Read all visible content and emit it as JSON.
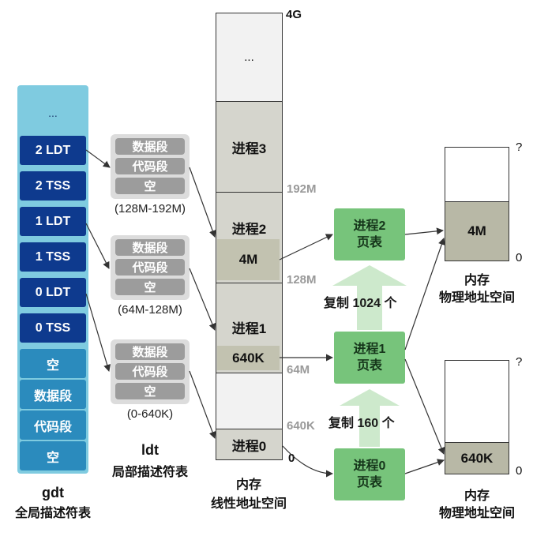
{
  "gdt": {
    "cells": [
      "...",
      "2 LDT",
      "2 TSS",
      "1 LDT",
      "1 TSS",
      "0 LDT",
      "0 TSS",
      "空",
      "数据段",
      "代码段",
      "空"
    ],
    "title": "gdt",
    "subtitle": "全局描述符表"
  },
  "ldt": {
    "groups": [
      {
        "cells": [
          "数据段",
          "代码段",
          "空"
        ],
        "range": "(128M-192M)"
      },
      {
        "cells": [
          "数据段",
          "代码段",
          "空"
        ],
        "range": "(64M-128M)"
      },
      {
        "cells": [
          "数据段",
          "代码段",
          "空"
        ],
        "range": "(0-640K)"
      }
    ],
    "title": "ldt",
    "subtitle": "局部描述符表"
  },
  "linear": {
    "top_dots": "...",
    "proc3": "进程3",
    "proc2": "进程2",
    "proc2_block": "4M",
    "proc1": "进程1",
    "proc1_block": "640K",
    "proc0": "进程0",
    "addr_4g": "4G",
    "addr_192m": "192M",
    "addr_128m": "128M",
    "addr_64m": "64M",
    "addr_640k": "640K",
    "addr_0": "0",
    "caption1": "内存",
    "caption2": "线性地址空间"
  },
  "page_tables": {
    "pt2": [
      "进程2",
      "页表"
    ],
    "pt1": [
      "进程1",
      "页表"
    ],
    "pt0": [
      "进程0",
      "页表"
    ],
    "copy_top": "复制 1024 个",
    "copy_bottom": "复制 160 个"
  },
  "physical": {
    "top": {
      "q": "?",
      "block": "4M",
      "zero": "0",
      "caption1": "内存",
      "caption2": "物理地址空间"
    },
    "bottom": {
      "q": "?",
      "block": "640K",
      "zero": "0",
      "caption1": "内存",
      "caption2": "物理地址空间"
    }
  }
}
